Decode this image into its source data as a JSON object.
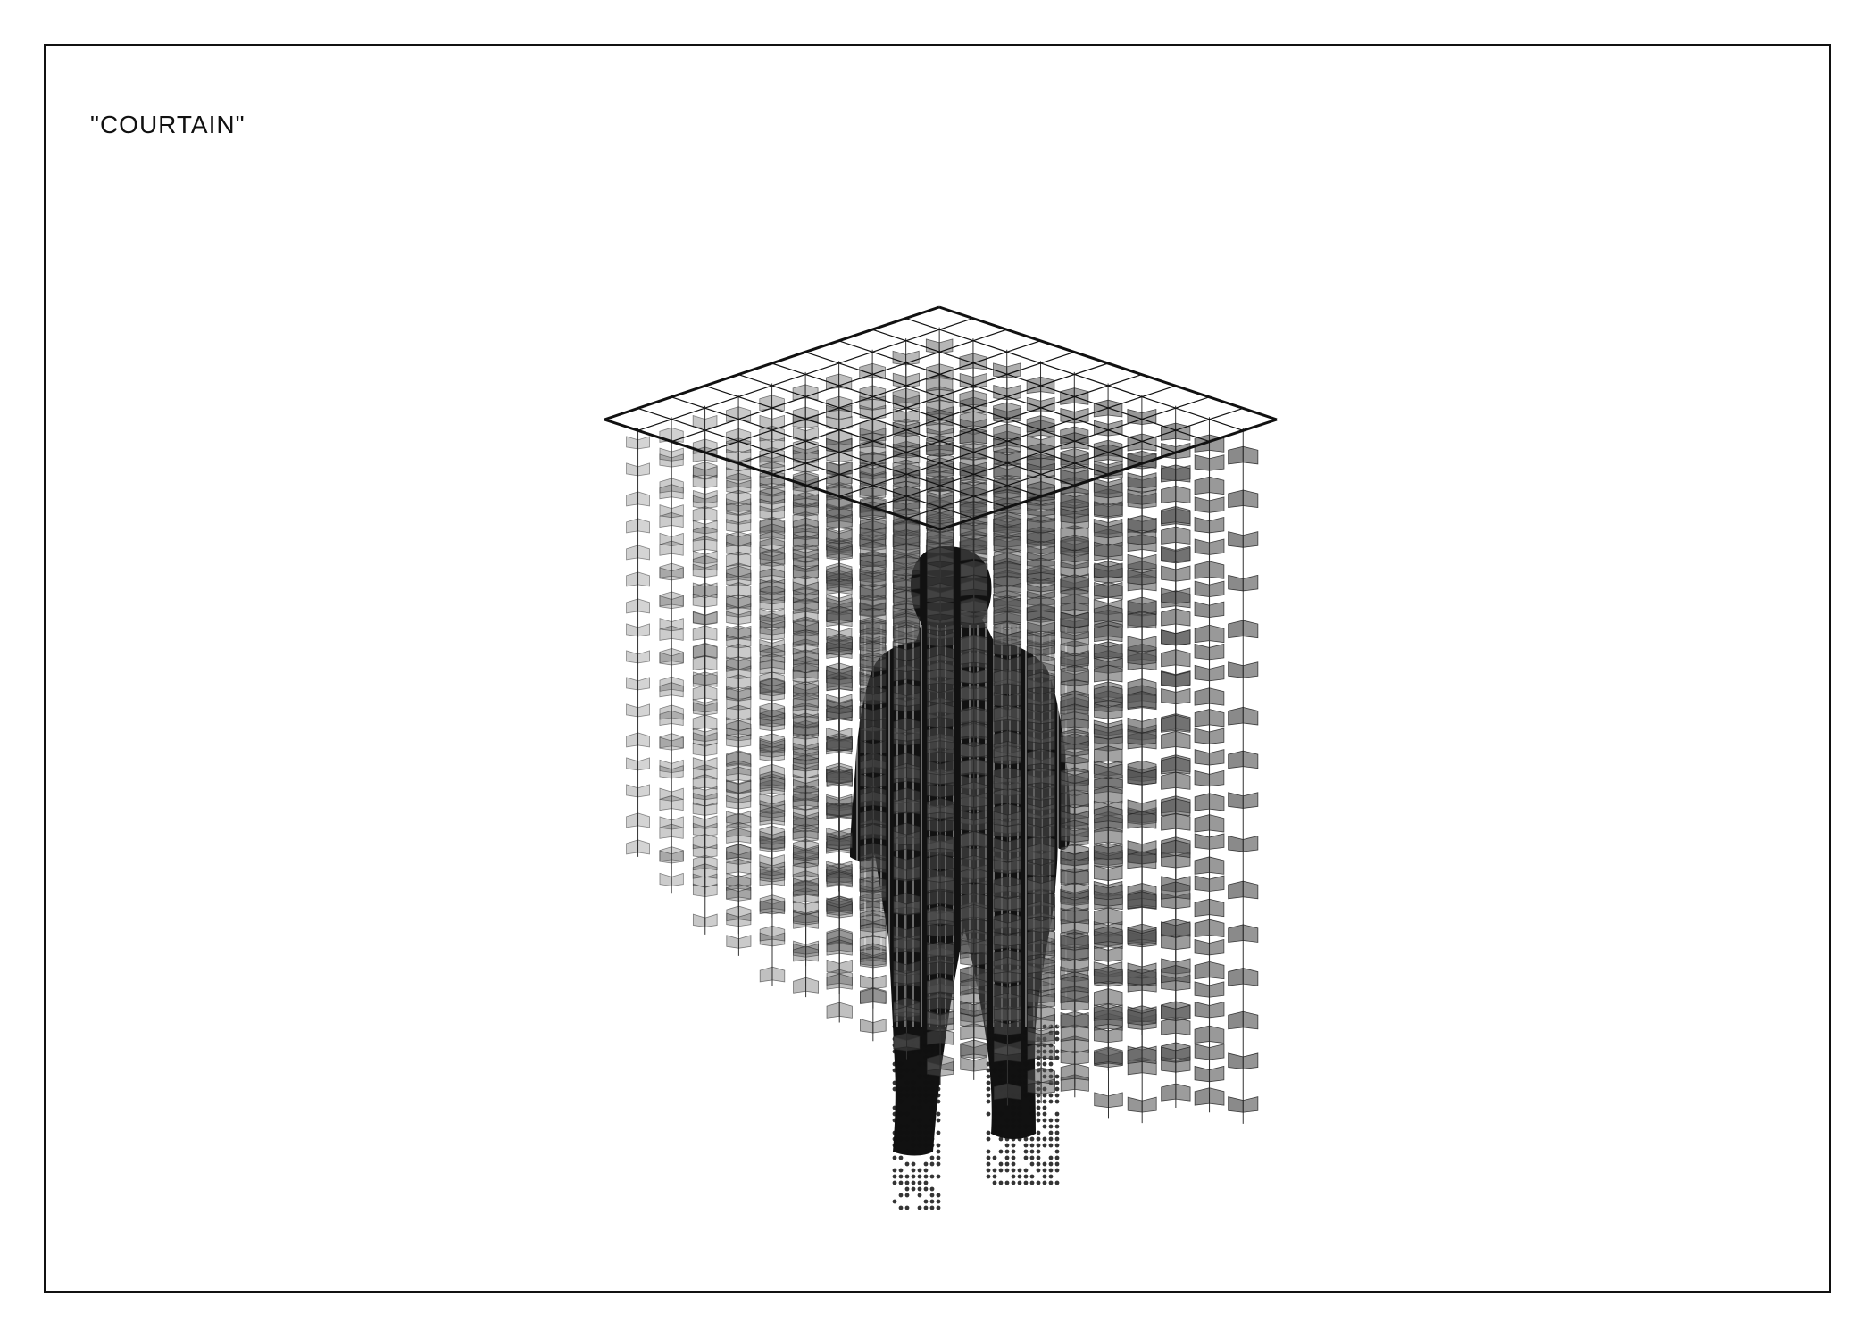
{
  "sheet": {
    "title": "\"COURTAIN\""
  },
  "installation": {
    "grid_divisions": 10,
    "strand_rows": 10,
    "strand_cols": 10,
    "tiles_per_strand": 16,
    "tile_color": "#555555",
    "frame_color": "#111111",
    "figure_color": "#111111"
  }
}
